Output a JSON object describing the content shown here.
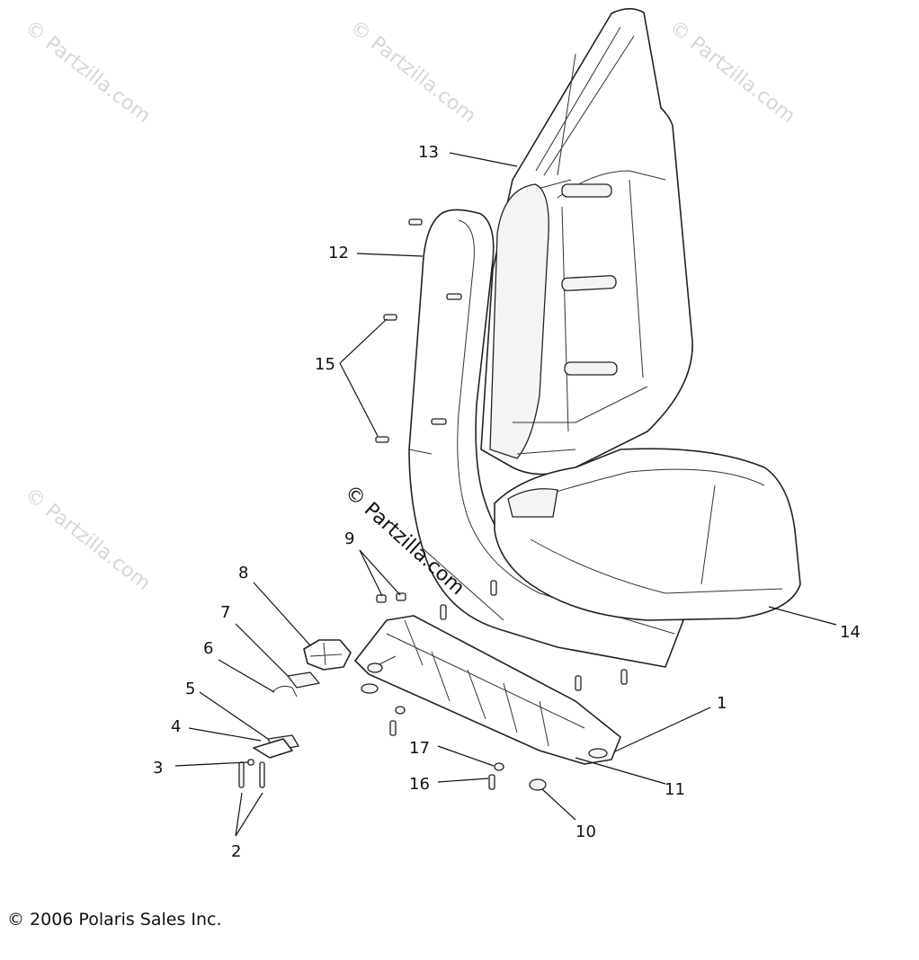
{
  "watermark": "© Partzilla.com",
  "center_watermark": "© Partzilla.com",
  "copyright": "© 2006 Polaris Sales Inc.",
  "callouts": {
    "c1": "1",
    "c2": "2",
    "c3": "3",
    "c4": "4",
    "c5": "5",
    "c6": "6",
    "c7": "7",
    "c8": "8",
    "c9": "9",
    "c10": "10",
    "c11": "11",
    "c12": "12",
    "c13": "13",
    "c14": "14",
    "c15": "15",
    "c16": "16",
    "c17": "17"
  }
}
